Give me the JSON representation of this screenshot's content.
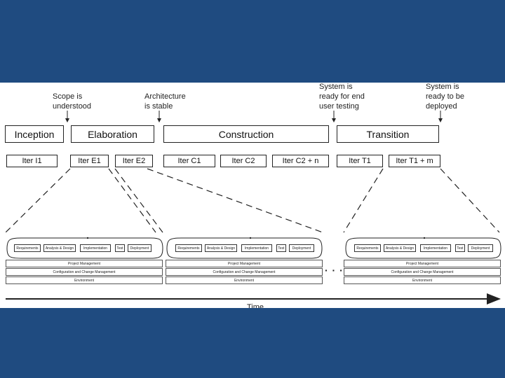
{
  "milestones": [
    "Scope is\nunderstood",
    "Architecture\nis stable",
    "System is\nready for end\nuser testing",
    "System is\nready to be\ndeployed"
  ],
  "phases": [
    "Inception",
    "Elaboration",
    "Construction",
    "Transition"
  ],
  "iterations": [
    "Iter I1",
    "Iter E1",
    "Iter E2",
    "Iter C1",
    "Iter C2",
    "Iter C2 + n",
    "Iter T1",
    "Iter T1 + m"
  ],
  "workflow": {
    "steps": [
      "Requirements",
      "Analysis & Design",
      "Implementation",
      "Test",
      "Deployment"
    ],
    "bands": [
      "Project Management",
      "Configuration and Change Management",
      "Environment"
    ]
  },
  "axis": {
    "time_label": "Time"
  },
  "ellipsis": "· · ·"
}
